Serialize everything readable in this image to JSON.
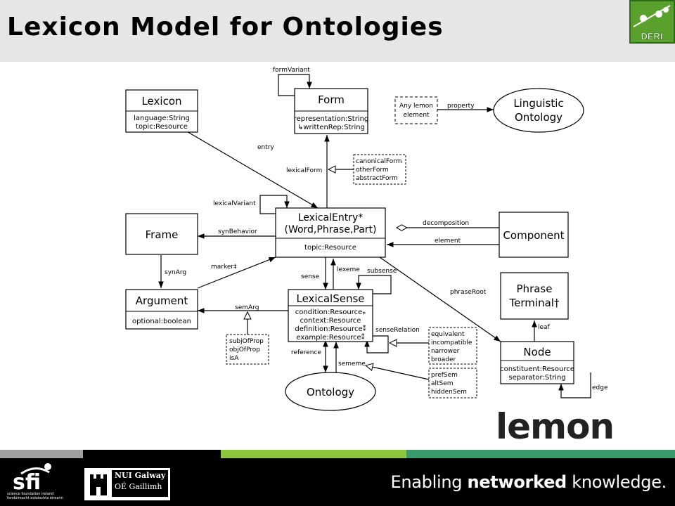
{
  "title": "Lexicon Model for Ontologies",
  "logo_text": "DERI",
  "brand_word": "lemon",
  "footer": {
    "tagline_pre": "Enabling ",
    "tagline_bold": "networked",
    "tagline_post": " knowledge.",
    "sfi_sub_1": "science foundation ireland",
    "sfi_sub_2": "fondúireacht eolaíochta éireann",
    "nui_line_1": "NUI Galway",
    "nui_line_2": "OÉ Gaillimh"
  },
  "stripe_colors": [
    "#a0a0a0",
    "#000000",
    "#8dc63f",
    "#3a9a6a"
  ],
  "diagram": {
    "boxes": {
      "lexicon": {
        "title": "Lexicon",
        "attrs": [
          "language:String",
          "topic:Resource"
        ]
      },
      "form": {
        "title": "Form",
        "attrs": [
          "representation:String",
          "↳writtenRep:String"
        ]
      },
      "lexical_entry": {
        "title": [
          "LexicalEntry*",
          "(Word,Phrase,Part)"
        ],
        "attrs": [
          "topic:Resource"
        ]
      },
      "frame": {
        "title": "Frame"
      },
      "component": {
        "title": "Component"
      },
      "argument": {
        "title": "Argument",
        "attrs": [
          "optional:boolean"
        ]
      },
      "lexical_sense": {
        "title": "LexicalSense",
        "attrs": [
          "condition:Resource⁎",
          "context:Resource",
          "definition:Resource⁑",
          "example:Resource⁑"
        ]
      },
      "phrase_terminal": {
        "title": [
          "Phrase",
          "Terminal†"
        ]
      },
      "node": {
        "title": "Node",
        "attrs": [
          "constituent:Resource",
          "separator:String"
        ]
      },
      "any_lemon": {
        "title": [
          "Any lemon",
          "element"
        ]
      }
    },
    "ellipses": {
      "linguistic_ontology": [
        "Linguistic",
        "Ontology"
      ],
      "ontology": "Ontology"
    },
    "notes": {
      "form_kinds": [
        "canonicalForm",
        "otherForm",
        "abstractForm"
      ],
      "sem_arg_kinds": [
        "subjOfProp",
        "objOfProp",
        "isA"
      ],
      "sense_relations": [
        "equivalent",
        "incompatible",
        "narrower",
        "broader"
      ],
      "sememe_kinds": [
        "prefSem",
        "altSem",
        "hiddenSem"
      ]
    },
    "edges": {
      "formVariant": "formVariant",
      "property": "property",
      "entry": "entry",
      "lexicalForm": "lexicalForm",
      "lexicalVariant": "lexicalVariant",
      "synBehavior": "synBehavior",
      "decomposition": "decomposition",
      "element": "element",
      "synArg": "synArg",
      "marker": "marker‡",
      "sense": "sense",
      "lexeme": "lexeme",
      "subsense": "subsense",
      "phraseRoot": "phraseRoot",
      "semArg": "semArg",
      "senseRelation": "senseRelation",
      "leaf": "leaf",
      "reference": "reference",
      "sememe": "sememe",
      "edge": "edge"
    }
  }
}
